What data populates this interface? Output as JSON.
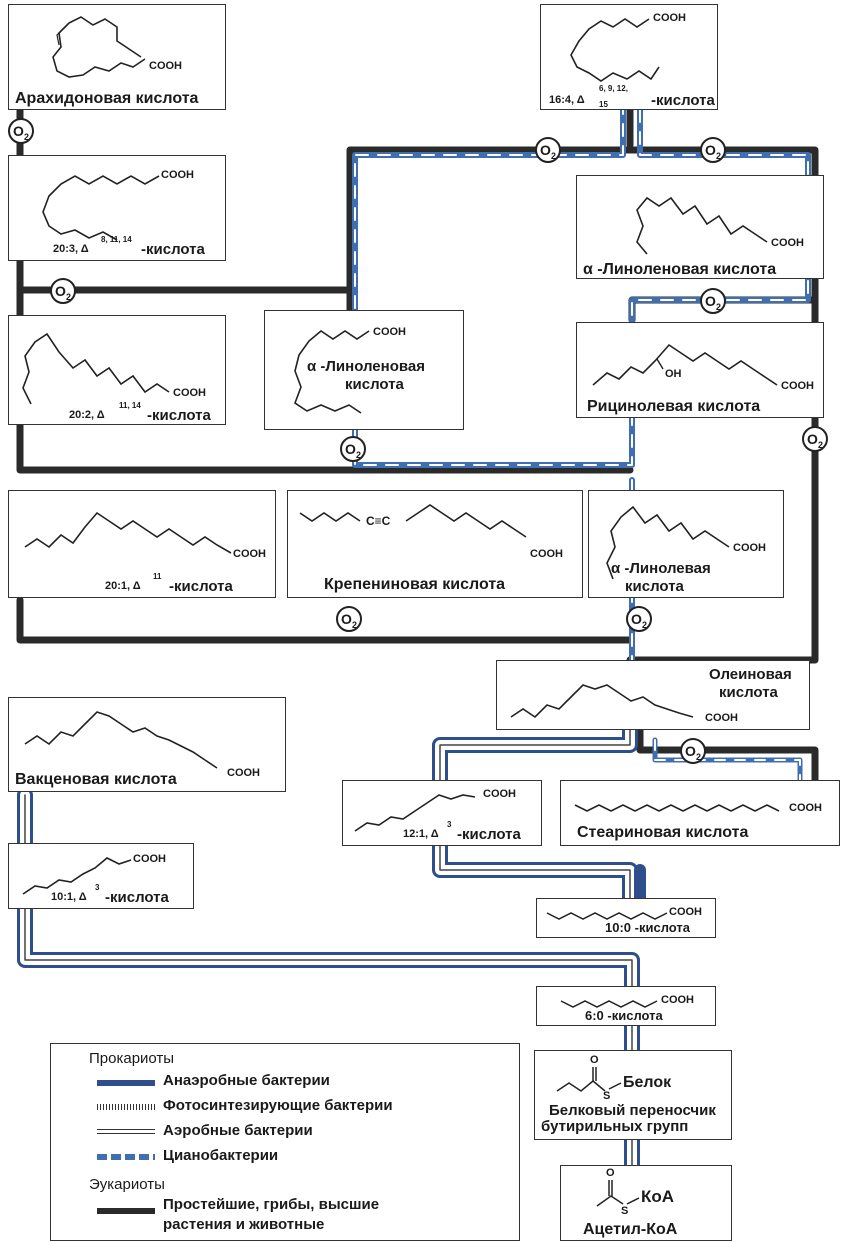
{
  "acids": {
    "arachidonic": "Арахидоновая кислота",
    "a16_4_prefix": "16:4, Δ",
    "a16_4_sup": "6, 9, 12,",
    "a16_4_sub": "15",
    "a16_4_suffix": "-кислота",
    "a20_3_prefix": "20:3, Δ",
    "a20_3_sup": "8, 11, 14",
    "a20_3_suffix": "-кислота",
    "alpha_linolenic_right": "α -Линоленовая кислота",
    "a20_2_prefix": "20:2, Δ",
    "a20_2_sup": "11, 14",
    "a20_2_suffix": "-кислота",
    "alpha_linolenic_mid_1": "α -Линоленовая",
    "alpha_linolenic_mid_2": "кислота",
    "ricinoleic": "Рицинолевая кислота",
    "a20_1_prefix": "20:1, Δ",
    "a20_1_sup": "11",
    "a20_1_suffix": "-кислота",
    "crepenynic": "Крепениновая кислота",
    "alpha_linoleic_1": "α -Линолевая",
    "alpha_linoleic_2": "кислота",
    "oleic_1": "Олеиновая",
    "oleic_2": "кислота",
    "vaccenic": "Вакценовая кислота",
    "a12_1_prefix": "12:1, Δ",
    "a12_1_sup": "3",
    "a12_1_suffix": "-кислота",
    "stearic": "Стеариновая кислота",
    "a10_1_prefix": "10:1, Δ",
    "a10_1_sup": "3",
    "a10_1_suffix": "-кислота",
    "a10_0": "10:0 -кислота",
    "a6_0": "6:0 -кислота",
    "butyryl_1": "Белковый переносчик",
    "butyryl_2": "бутирильных групп",
    "acetyl": "Ацетил-КоА"
  },
  "chem": {
    "cooh": "COOH",
    "oh": "OH",
    "alkyne": "C≡C",
    "protein": "Белок",
    "coa": "КоА",
    "s": "S",
    "o": "O"
  },
  "o2": {
    "label": "O",
    "sub": "2"
  },
  "legend": {
    "prokaryotes": "Прокариоты",
    "anaerobic": "Анаэробные бактерии",
    "photosynthetic": "Фотосинтезирующие бактерии",
    "aerobic": "Аэробные бактерии",
    "cyano": "Цианобактерии",
    "eukaryotes": "Эукариоты",
    "eukaryotes_desc_1": "Простейшие, грибы, высшие",
    "eukaryotes_desc_2": "растения и животные"
  },
  "colors": {
    "eukaryote_line": "#2a2a2a",
    "anaerobic": "#2f4f8c",
    "cyano": "#3f6fb0",
    "aerobic": "#444444"
  }
}
